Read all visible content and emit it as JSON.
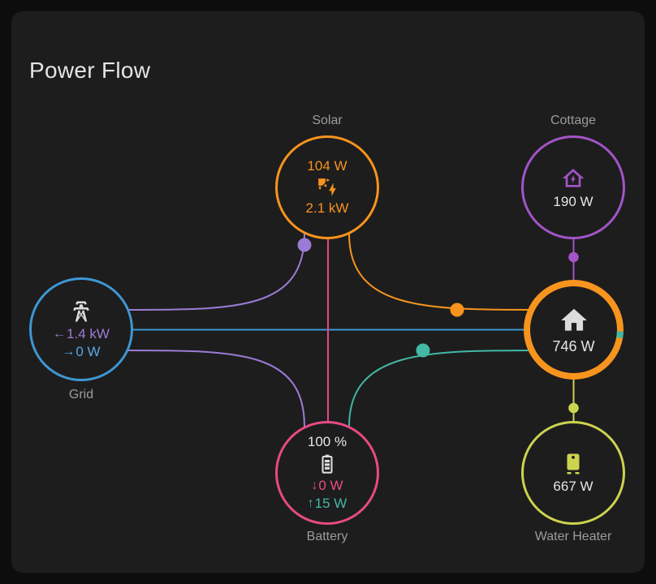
{
  "title": "Power Flow",
  "colors": {
    "page_bg": "#0d0d0d",
    "card_bg": "#1d1d1d",
    "solar_orange": "#f7941e",
    "cottage_purple": "#a254c8",
    "flow_purple": "#9c7bd6",
    "grid_blue": "#3e97d3",
    "grid_blue_text": "#58a8e6",
    "battery_pink": "#e84a84",
    "battery_teal": "#42b8a5",
    "water_yellow": "#ccd34f",
    "text_primary": "#e6e6e6",
    "icon_white": "#dcdcdc",
    "label_gray": "#9b9b9b",
    "title_color": "#e4e4e4"
  },
  "nodes": {
    "solar": {
      "label": "Solar",
      "power": "104 W",
      "secondary": "2.1 kW",
      "icon": "solar-power-variant-icon"
    },
    "cottage": {
      "label": "Cottage",
      "power": "190 W",
      "icon": "home-lightning-bolt-icon"
    },
    "grid": {
      "label": "Grid",
      "import_arrow": "←",
      "import_value": "1.4 kW",
      "export_arrow": "→",
      "export_value": "0 W",
      "icon": "transmission-tower-icon"
    },
    "home": {
      "power": "746 W",
      "icon": "home-icon"
    },
    "battery": {
      "label": "Battery",
      "soc": "100 %",
      "discharge_arrow": "↓",
      "discharge_value": "0 W",
      "charge_arrow": "↑",
      "charge_value": "15 W",
      "icon": "battery-icon"
    },
    "water_heater": {
      "label": "Water Heater",
      "power": "667 W",
      "icon": "water-boiler-icon"
    }
  },
  "flows": [
    {
      "from": "grid",
      "to": "solar",
      "color": "flow_purple",
      "dot": true
    },
    {
      "from": "grid",
      "to": "home",
      "color": "grid_blue",
      "dot": false
    },
    {
      "from": "grid",
      "to": "battery",
      "color": "flow_purple",
      "dot": false
    },
    {
      "from": "solar",
      "to": "battery",
      "color": "battery_pink",
      "dot": false
    },
    {
      "from": "solar",
      "to": "home",
      "color": "solar_orange",
      "dot": true
    },
    {
      "from": "battery",
      "to": "home",
      "color": "battery_teal",
      "dot": true
    },
    {
      "from": "cottage",
      "to": "home",
      "color": "cottage_purple",
      "dot": true
    },
    {
      "from": "home",
      "to": "water_heater",
      "color": "water_yellow",
      "dot": true
    }
  ]
}
